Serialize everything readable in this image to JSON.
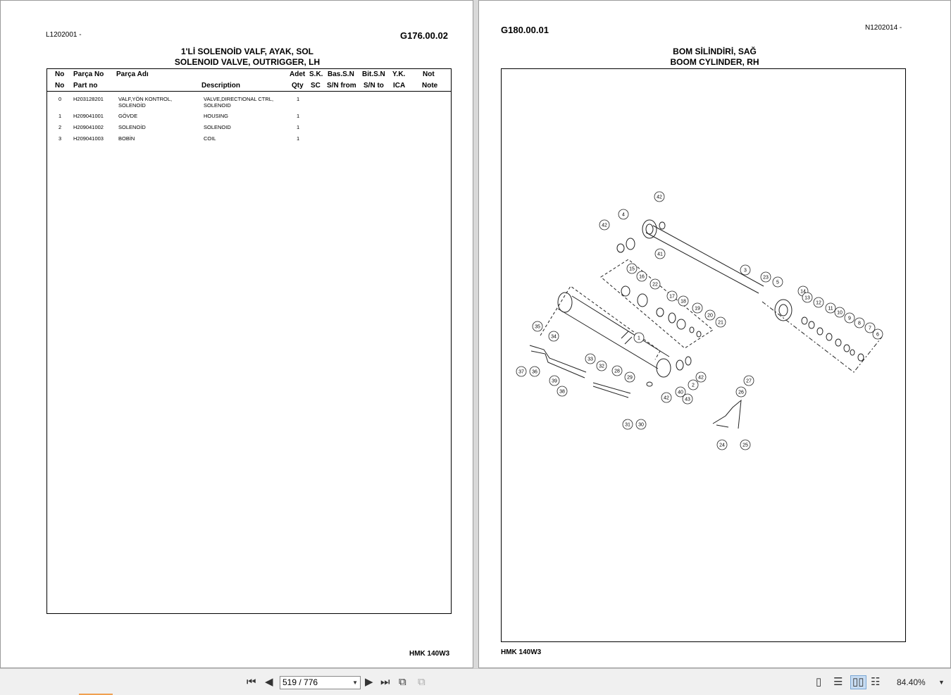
{
  "left_page": {
    "ref_code": "L1202001 -",
    "group_code": "G176.00.02",
    "title_tr": "1'Lİ SOLENOİD VALF, AYAK, SOL",
    "title_en": "SOLENOID VALVE, OUTRIGGER, LH",
    "headers_tr": [
      "No",
      "Parça No",
      "Parça Adı",
      "Adet",
      "S.K.",
      "Bas.S.N",
      "Bit.S.N",
      "Y.K.",
      "Not"
    ],
    "headers_en": [
      "No",
      "Part no",
      "Description",
      "Qty",
      "SC",
      "S/N from",
      "S/N to",
      "ICA",
      "Note"
    ],
    "rows": [
      {
        "no": "0",
        "part_no": "H203128201",
        "name_tr_1": "VALF,YÖN KONTROL,",
        "name_tr_2": "SOLENOİD",
        "desc_1": "VALVE,DIRECTIONAL CTRL,",
        "desc_2": "SOLENOID",
        "qty": "1"
      },
      {
        "no": "1",
        "part_no": "H209041001",
        "name_tr_1": "GÖVDE",
        "name_tr_2": "",
        "desc_1": "HOUSING",
        "desc_2": "",
        "qty": "1"
      },
      {
        "no": "2",
        "part_no": "H209041002",
        "name_tr_1": "SOLENOİD",
        "name_tr_2": "",
        "desc_1": "SOLENOID",
        "desc_2": "",
        "qty": "1"
      },
      {
        "no": "3",
        "part_no": "H209041003",
        "name_tr_1": "BOBİN",
        "name_tr_2": "",
        "desc_1": "COIL",
        "desc_2": "",
        "qty": "1"
      }
    ],
    "footer": "HMK 140W3"
  },
  "right_page": {
    "ref_code": "N1202014 -",
    "group_code": "G180.00.01",
    "title_tr": "BOM SİLİNDİRİ, SAĞ",
    "title_en": "BOOM CYLINDER, RH",
    "callouts": [
      "42",
      "4",
      "42",
      "41",
      "3",
      "23",
      "5",
      "14",
      "13",
      "12",
      "11",
      "10",
      "9",
      "8",
      "7",
      "6",
      "15",
      "16",
      "22",
      "17",
      "18",
      "19",
      "20",
      "21",
      "35",
      "34",
      "37",
      "36",
      "1",
      "33",
      "32",
      "28",
      "29",
      "39",
      "38",
      "2",
      "42",
      "40",
      "43",
      "42",
      "27",
      "26",
      "31",
      "30",
      "24",
      "25"
    ],
    "footer": "HMK 140W3"
  },
  "toolbar": {
    "page_indicator": "519 / 776",
    "zoom": "84.40%"
  }
}
